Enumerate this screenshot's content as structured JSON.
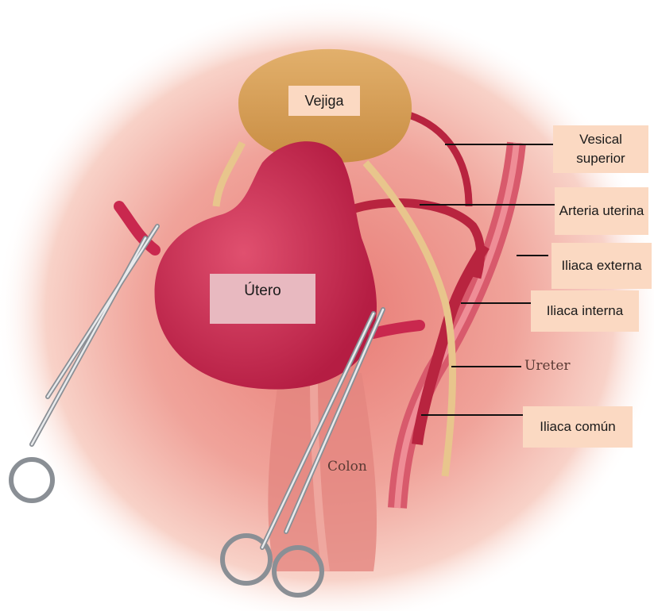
{
  "labels": {
    "vejiga": "Vejiga",
    "utero": "Útero",
    "vesical_superior": "Vesical superior",
    "arteria_uterina": "Arteria uterina",
    "iliaca_externa": "Iliaca externa",
    "iliaca_interna": "Iliaca interna",
    "ureter": "Ureter",
    "iliaca_comun": "Iliaca común",
    "colon": "Colon"
  },
  "colors": {
    "uterus": "#c9284e",
    "bladder": "#d9a45a",
    "label_box": "#fbd9c2",
    "utero_box": "#e8b9c0",
    "tissue": "#e9948c"
  }
}
